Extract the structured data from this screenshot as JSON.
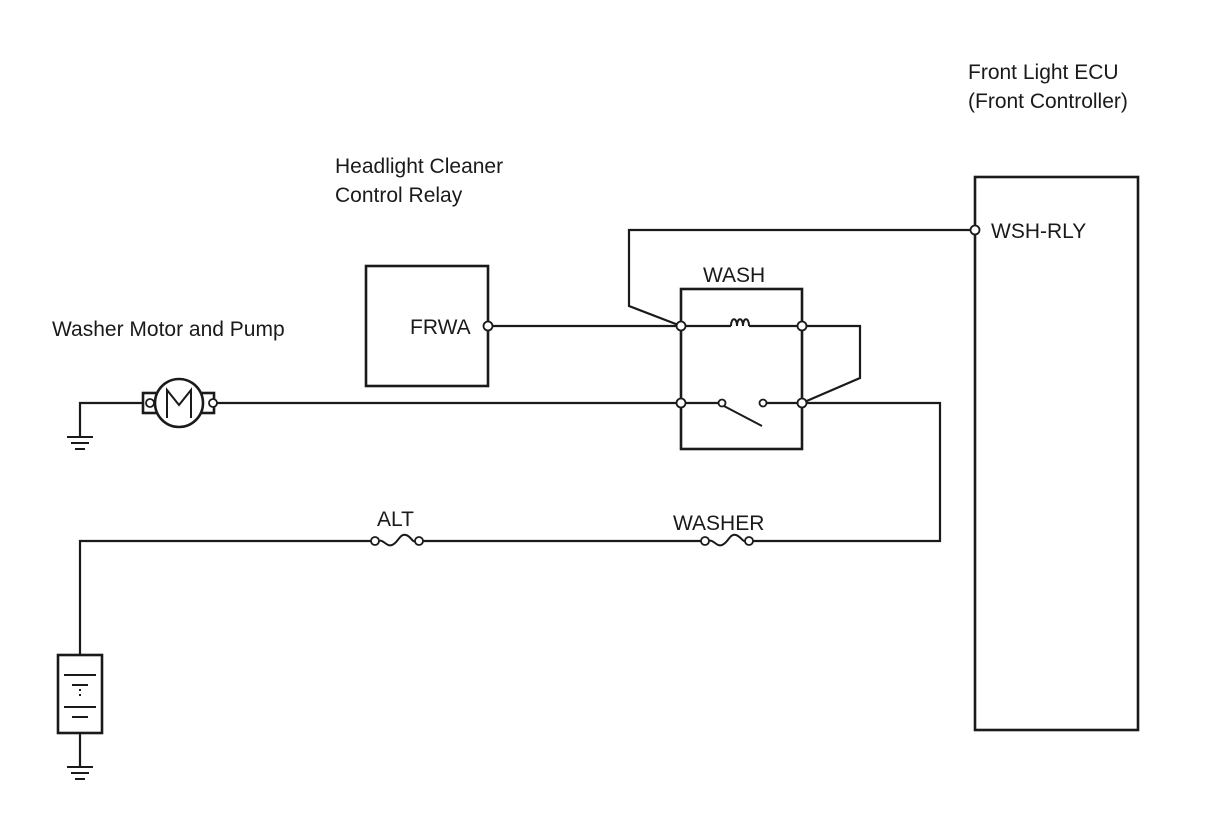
{
  "components": {
    "ecu": {
      "title_line1": "Front Light ECU",
      "title_line2": "(Front Controller)",
      "pin": "WSH-RLY"
    },
    "relay_controller": {
      "title_line1": "Headlight Cleaner",
      "title_line2": "Control Relay",
      "pin": "FRWA"
    },
    "relay": {
      "label": "WASH"
    },
    "motor": {
      "label": "Washer Motor and Pump"
    },
    "fuses": [
      {
        "label": "ALT"
      },
      {
        "label": "WASHER"
      }
    ]
  },
  "colors": {
    "line": "#1a1a1a",
    "background": "#ffffff"
  }
}
